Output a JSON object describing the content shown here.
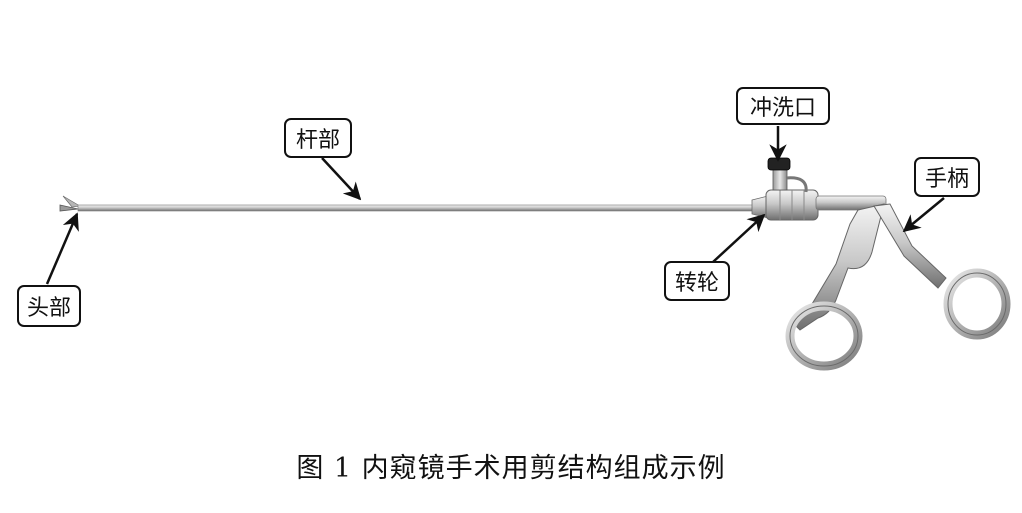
{
  "labels": {
    "head": "头部",
    "shaft": "杆部",
    "flush_port": "冲洗口",
    "rotation_wheel": "转轮",
    "handle": "手柄"
  },
  "caption": "图 1  内窥镜手术用剪结构组成示例",
  "colors": {
    "metal_light": "#e6e6e6",
    "metal_mid": "#b9b9b9",
    "metal_dark": "#6f6f6f",
    "outline": "#111111"
  }
}
